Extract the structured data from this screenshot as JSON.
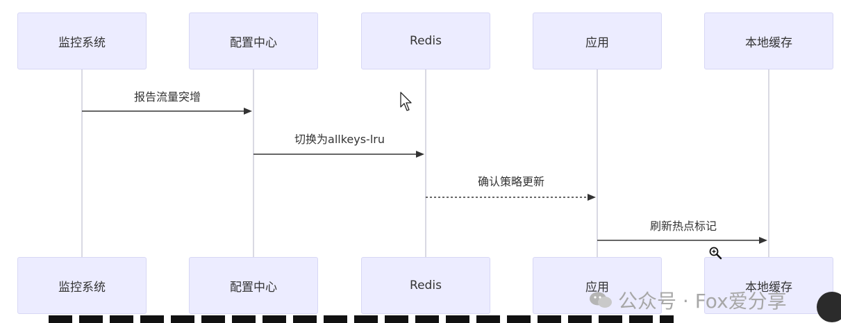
{
  "participants": [
    "监控系统",
    "配置中心",
    "Redis",
    "应用",
    "本地缓存"
  ],
  "messages": [
    {
      "label": "报告流量突增",
      "from": 0,
      "to": 1,
      "style": "solid"
    },
    {
      "label": "切换为allkeys-lru",
      "from": 1,
      "to": 2,
      "style": "solid"
    },
    {
      "label": "确认策略更新",
      "from": 2,
      "to": 3,
      "style": "dashed"
    },
    {
      "label": "刷新热点标记",
      "from": 3,
      "to": 4,
      "style": "solid"
    }
  ],
  "watermark": {
    "text": "公众号 · Fox爱分享",
    "icon": "wechat-icon"
  },
  "colors": {
    "participant_fill": "#ECECFF",
    "participant_border": "#D7D7F5",
    "lifeline": "#D9D9E3",
    "arrow": "#333333"
  }
}
